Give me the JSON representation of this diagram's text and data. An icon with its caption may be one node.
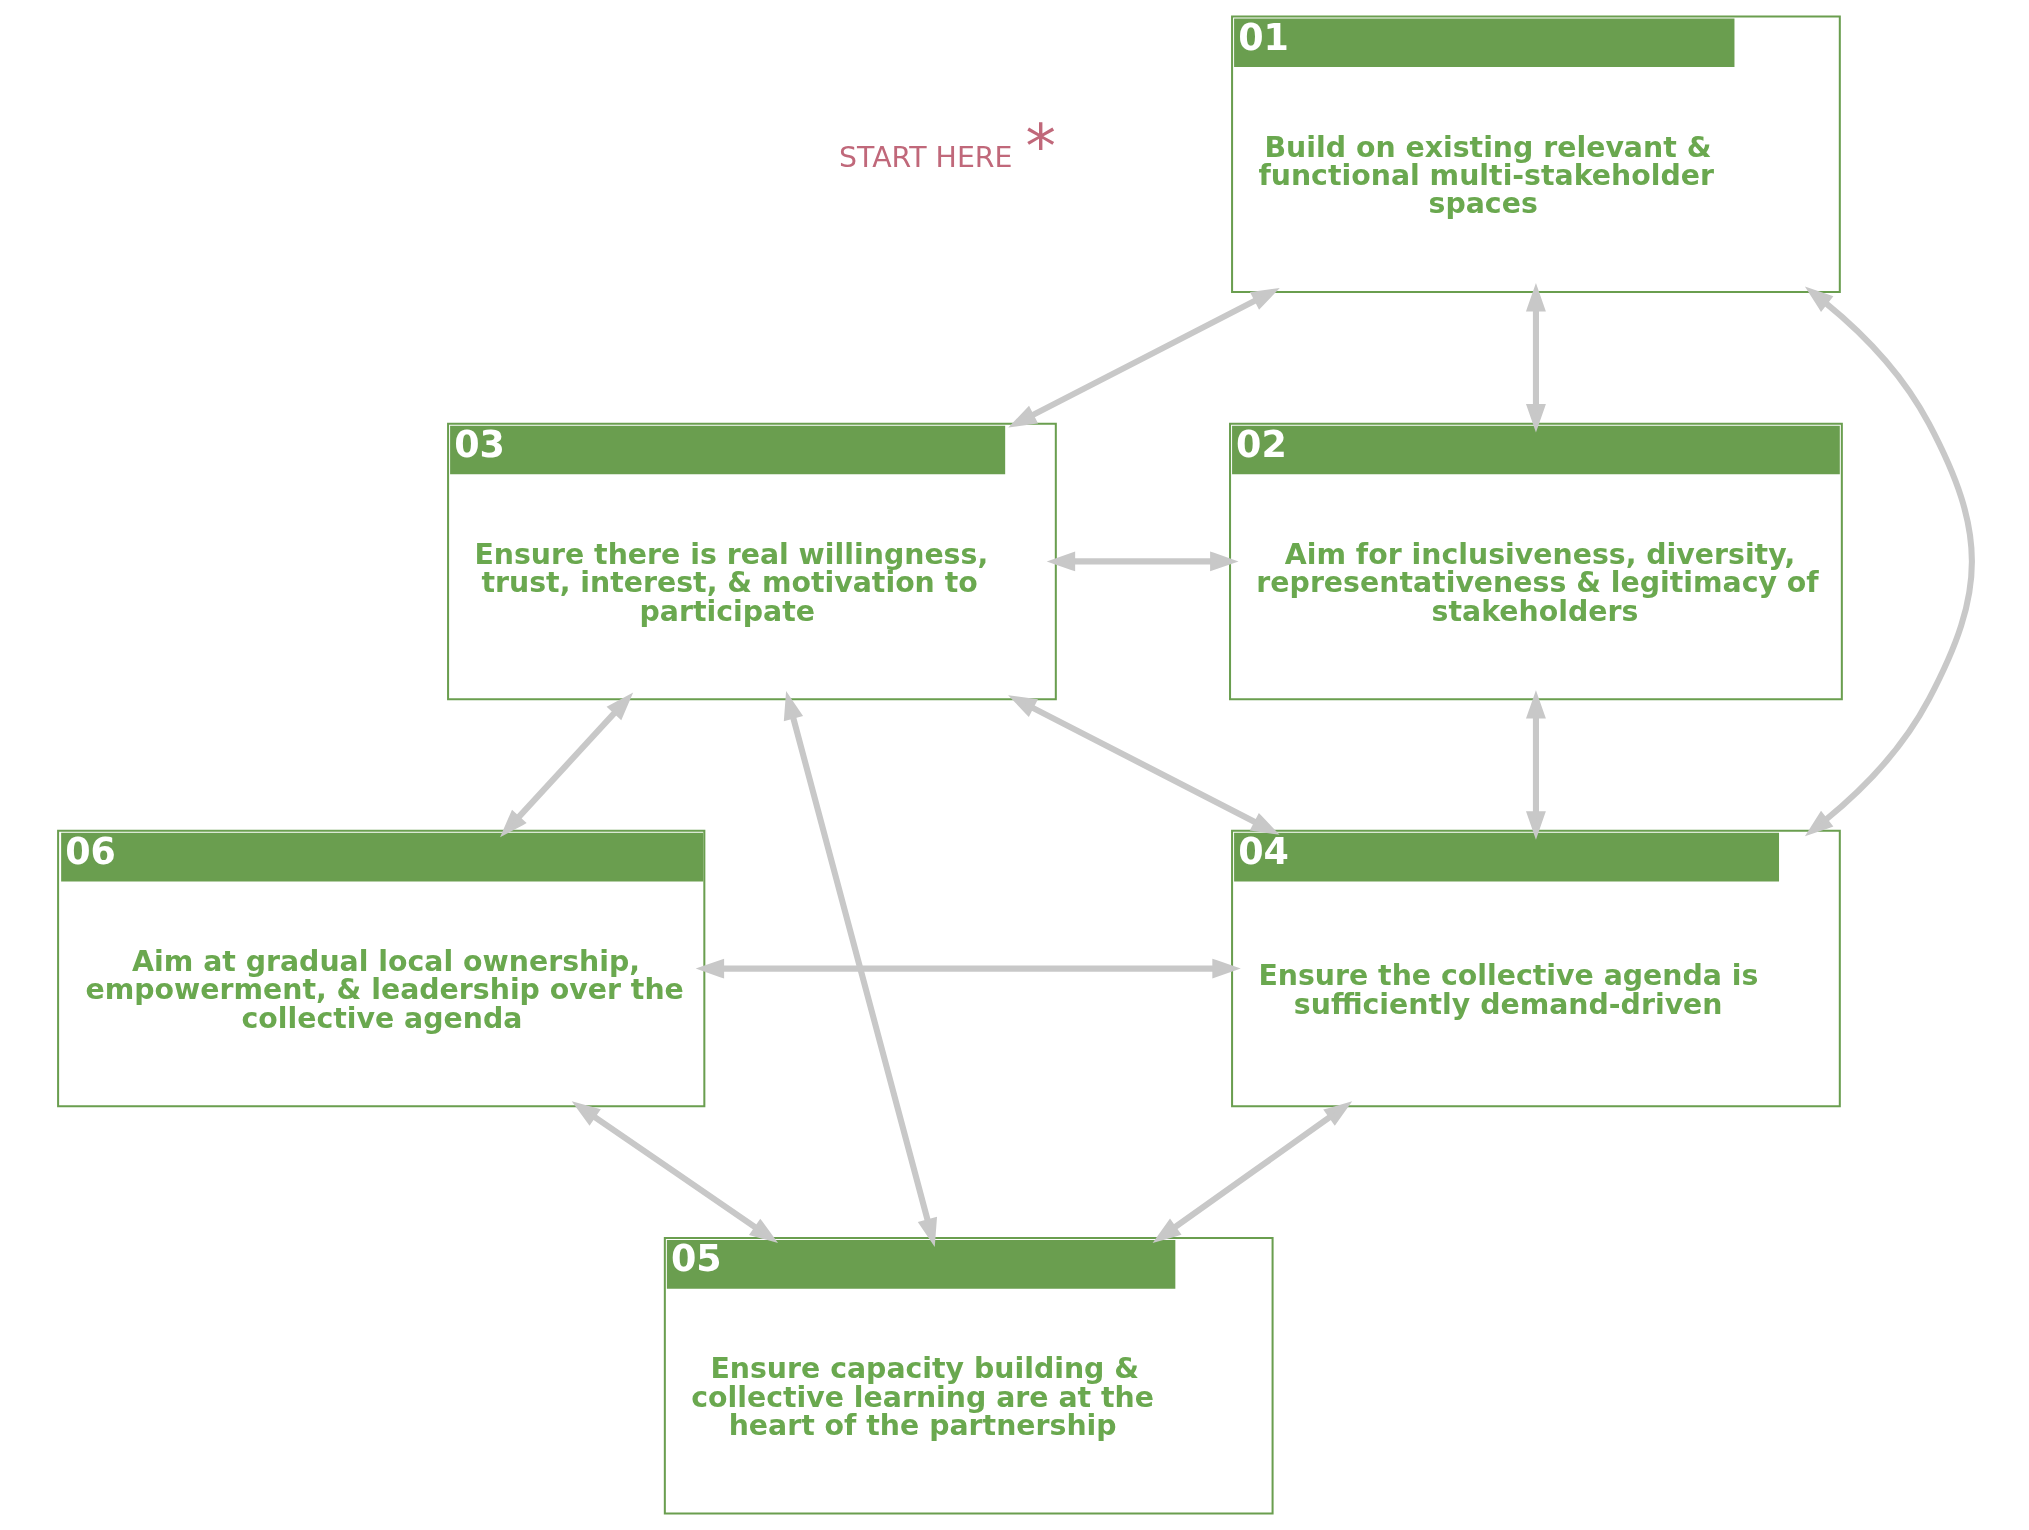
{
  "diagram": {
    "nodes": [
      {
        "text": [
          "01",
          "Build on existing relevant & functional multi-stakeholder spaces"
        ]
      },
      {
        "text": [
          "03",
          "Ensure there is real willingness, trust, interest, & motivation to participate"
        ]
      },
      {
        "text": [
          "02",
          "Aim for inclusiveness, diversity, representativeness & legitimacy of stakeholders"
        ]
      },
      {
        "text": [
          "06",
          "Aim at gradual local ownership, empowerment, & leadership over the collective agenda"
        ]
      },
      {
        "text": [
          "04",
          "Ensure the collective agenda is sufficiently demand-driven"
        ]
      },
      {
        "text": [
          "05",
          "Ensure capacity building & collective learning are at the heart of the partnership"
        ]
      }
    ],
    "edges": [
      {
        "from": 0,
        "to": 1,
        "arrow": "both"
      },
      {
        "from": 0,
        "to": 2,
        "arrow": "both"
      },
      {
        "from": 0,
        "to": 4,
        "arrow": "both"
      },
      {
        "from": 1,
        "to": 2,
        "arrow": "both"
      },
      {
        "from": 1,
        "to": 4,
        "arrow": "both"
      },
      {
        "from": 1,
        "to": 3,
        "arrow": "both"
      },
      {
        "from": 1,
        "to": 5,
        "arrow": "both"
      },
      {
        "from": 2,
        "to": 4,
        "arrow": "both"
      },
      {
        "from": 3,
        "to": 4,
        "arrow": "both"
      },
      {
        "from": 3,
        "to": 5,
        "arrow": "both"
      },
      {
        "from": 4,
        "to": 5,
        "arrow": "both"
      }
    ],
    "labels": [
      "START HERE",
      "*"
    ]
  }
}
